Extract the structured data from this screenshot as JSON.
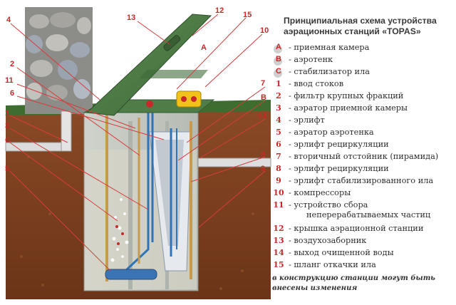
{
  "title": "Принципиальная схема устройства аэрационных станций «TOPAS»",
  "callouts": [
    "13",
    "12",
    "15",
    "10",
    "4",
    "A",
    "2",
    "11",
    "6",
    "7",
    "B",
    "14",
    "1",
    "3",
    "C",
    "8",
    "9",
    "5"
  ],
  "legend": [
    {
      "key": "A",
      "text": "- приемная камера"
    },
    {
      "key": "B",
      "text": "- аэротенк"
    },
    {
      "key": "C",
      "text": "- стабилизатор ила"
    },
    {
      "key": "1",
      "text": "- ввод стоков"
    },
    {
      "key": "2",
      "text": "- фильтр крупных фракций"
    },
    {
      "key": "3",
      "text": "- аэратор приемной камеры"
    },
    {
      "key": "4",
      "text": "- эрлифт"
    },
    {
      "key": "5",
      "text": "- аэратор аэротенка"
    },
    {
      "key": "6",
      "text": "- эрлифт рециркуляции"
    },
    {
      "key": "7",
      "text": "- вторичный отстойник (пирамида)"
    },
    {
      "key": "8",
      "text": "- эрлифт рециркуляции"
    },
    {
      "key": "9",
      "text": "- эрлифт стабилизированного ила"
    },
    {
      "key": "10",
      "text": "- компрессоры"
    },
    {
      "key": "11",
      "text": "- устройство сбора",
      "text2": "неперерабатываемых частиц"
    },
    {
      "key": "12",
      "text": "- крышка аэрационной станции"
    },
    {
      "key": "13",
      "text": "- воздухозаборник"
    },
    {
      "key": "14",
      "text": "- выход очищенной воды"
    },
    {
      "key": "15",
      "text": "- шланг откачки ила"
    }
  ],
  "note": "в конструкцию станции могут быть внесены изменения"
}
